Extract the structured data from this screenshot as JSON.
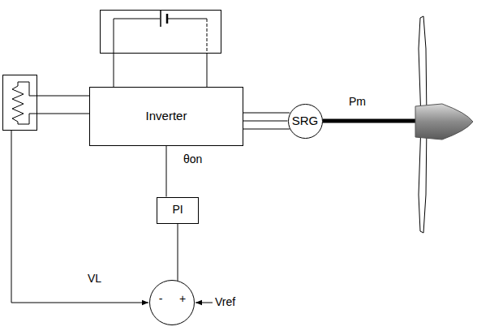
{
  "diagram": {
    "nodes": [
      {
        "text": [
          "Inverter"
        ]
      },
      {
        "text": [
          "SRG"
        ]
      },
      {
        "text": [
          "PI"
        ]
      },
      {
        "text": [
          "-",
          "+"
        ]
      }
    ],
    "edges": [
      {
        "from": 0,
        "to": 1,
        "arrow": "none"
      },
      {
        "from": 2,
        "to": 0,
        "label": "θon",
        "arrow": "none"
      },
      {
        "from": 3,
        "to": 2,
        "arrow": "none"
      }
    ],
    "labels": [
      "Pm",
      "VL",
      "Vref"
    ]
  }
}
